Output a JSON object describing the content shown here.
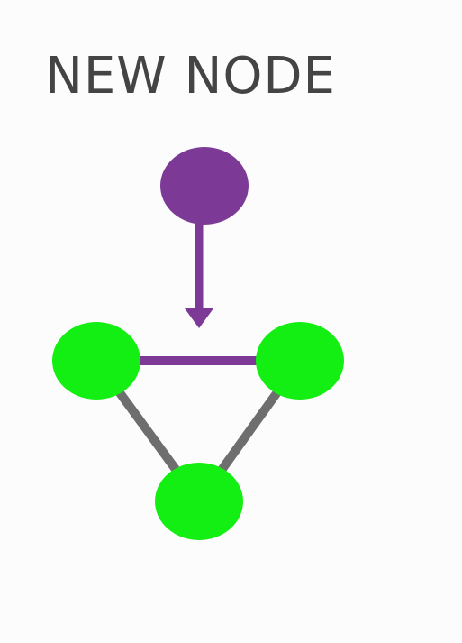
{
  "title": "NEW NODE",
  "colors": {
    "background": "#fdfcfd",
    "title_text": "#444444",
    "new_node": "#7c3a96",
    "existing_node": "#13ee13",
    "new_edge": "#7c3a96",
    "existing_edge": "#6e6e6e"
  },
  "nodes": [
    {
      "id": "new",
      "kind": "new"
    },
    {
      "id": "left",
      "kind": "existing"
    },
    {
      "id": "right",
      "kind": "existing"
    },
    {
      "id": "bottom",
      "kind": "existing"
    }
  ],
  "edges": [
    {
      "from": "left",
      "to": "right",
      "kind": "new"
    },
    {
      "from": "left",
      "to": "bottom",
      "kind": "existing"
    },
    {
      "from": "right",
      "to": "bottom",
      "kind": "existing"
    }
  ],
  "arrow": {
    "from": "new",
    "to": "graph",
    "kind": "new"
  }
}
